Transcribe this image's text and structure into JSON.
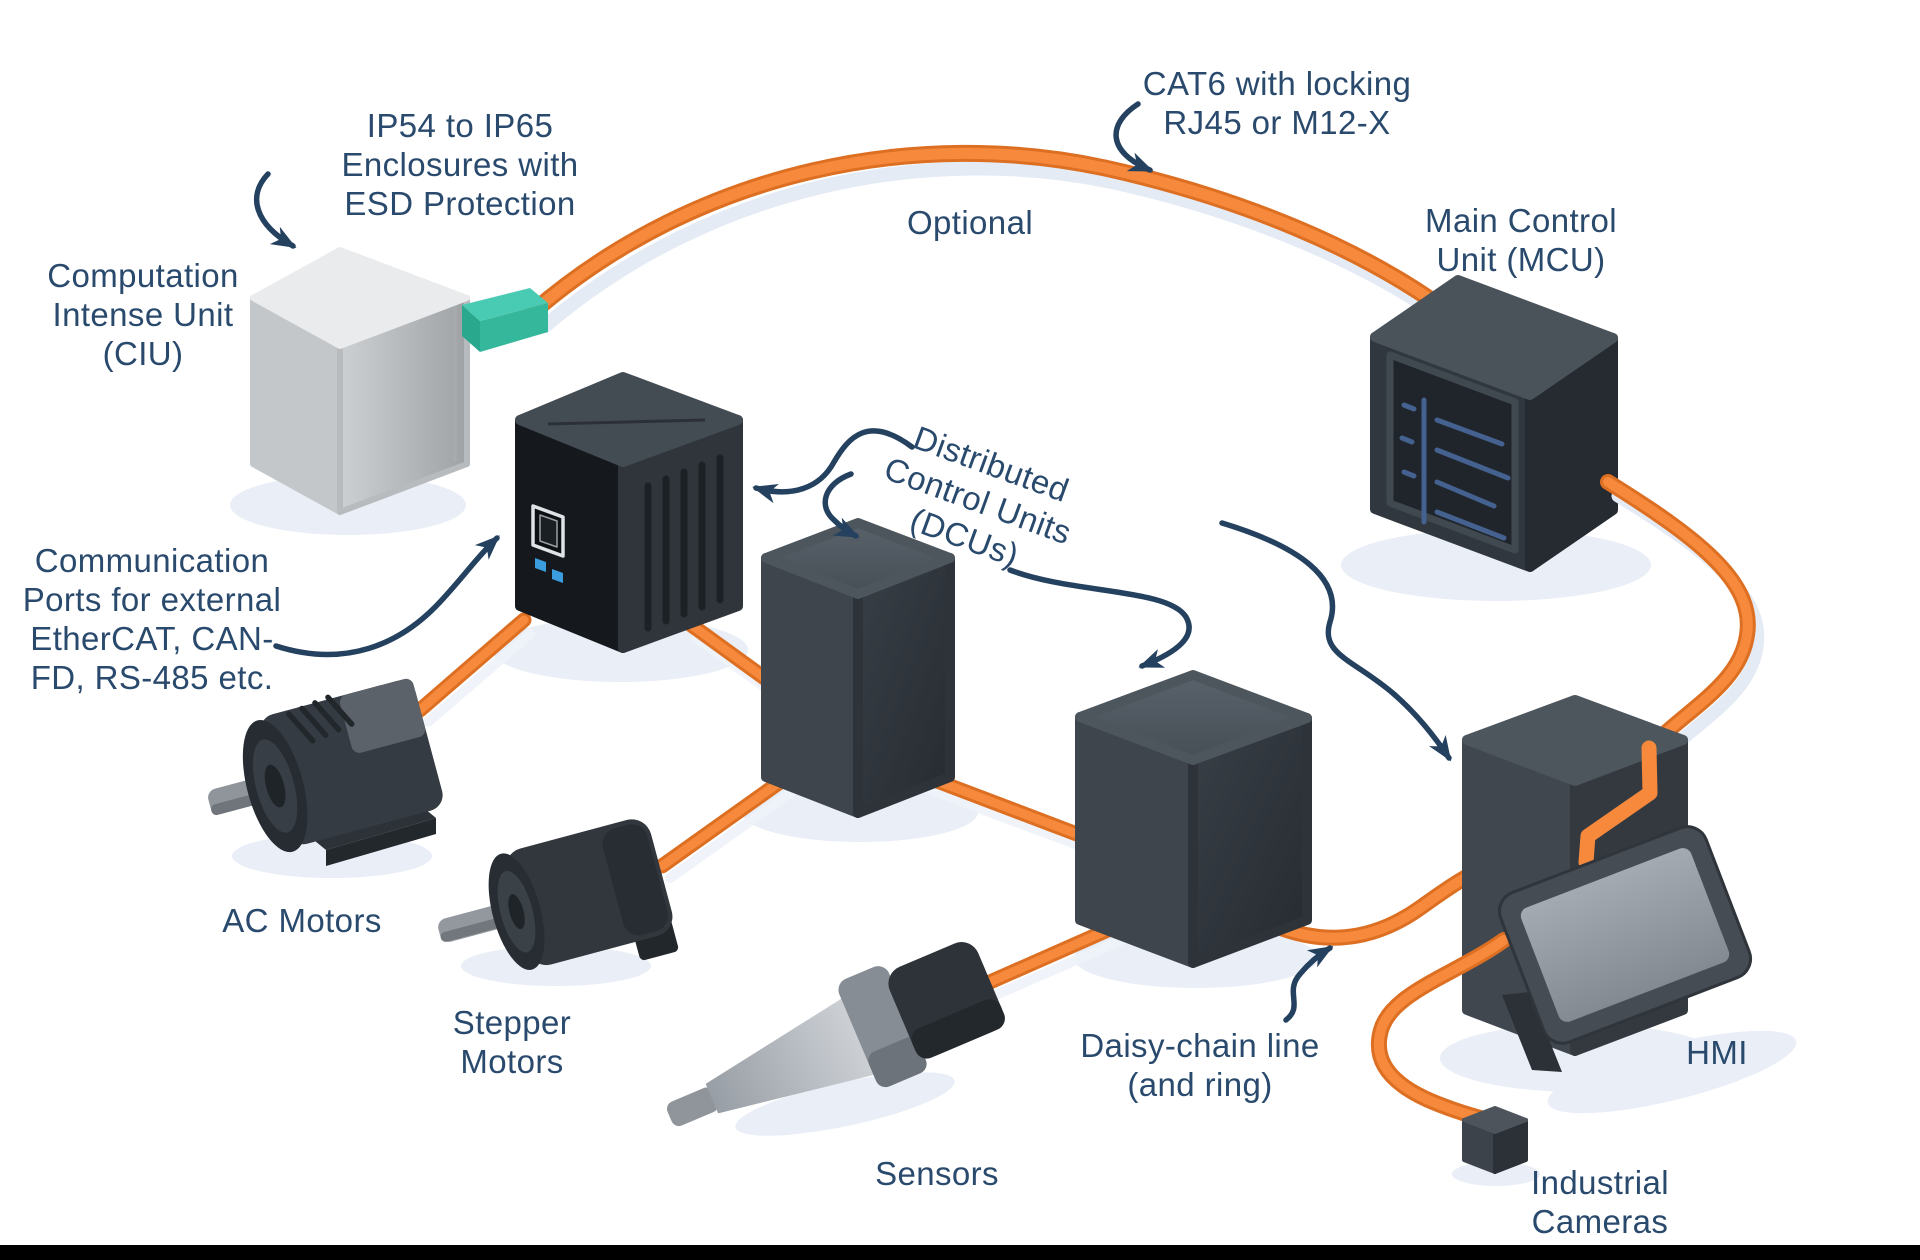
{
  "diagram": {
    "labels": {
      "enclosure_note": {
        "lines": [
          "IP54 to IP65",
          "Enclosures with",
          "ESD Protection"
        ]
      },
      "ciu": {
        "lines": [
          "Computation",
          "Intense Unit",
          "(CIU)"
        ]
      },
      "cat6_note": {
        "lines": [
          "CAT6 with locking",
          "RJ45 or M12-X"
        ]
      },
      "optional": "Optional",
      "mcu": {
        "lines": [
          "Main Control",
          "Unit (MCU)"
        ]
      },
      "dcu": {
        "lines": [
          "Distributed",
          "Control Units",
          "(DCUs)"
        ]
      },
      "comm_ports": {
        "lines": [
          "Communication",
          "Ports for external",
          "EtherCAT, CAN-",
          "FD, RS-485 etc."
        ]
      },
      "ac_motors": "AC Motors",
      "stepper_motors": {
        "lines": [
          "Stepper",
          "Motors"
        ]
      },
      "sensors": "Sensors",
      "daisy_chain": {
        "lines": [
          "Daisy-chain line",
          "(and ring)"
        ]
      },
      "hmi": "HMI",
      "industrial_cameras": {
        "lines": [
          "Industrial",
          "Cameras"
        ]
      }
    },
    "colors": {
      "text": "#2a4a6d",
      "arrow": "#24415f",
      "cable_core": "#f6893c",
      "cable_edge": "#dd6f22",
      "cable_floor_shadow": "#e4ebf5",
      "connector_teal": "#3fc3ac",
      "box_top": "#4d555d",
      "box_left": "#3e454c",
      "box_right": "#2d3339",
      "ciu_top": "#e9ebed",
      "screen_lines": "#44618f",
      "led_blue": "#3b9ddd",
      "background": "#ffffff"
    }
  }
}
